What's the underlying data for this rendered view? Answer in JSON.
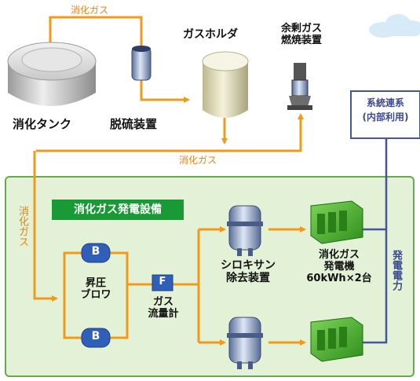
{
  "labels": {
    "digester_tank": "消化タンク",
    "desulfurizer": "脱硫装置",
    "gas_holder": "ガスホルダ",
    "surplus_gas_burner": "余剰ガス\n燃焼装置",
    "grid_connection": "系統連系\n(内部利用)",
    "digestion_gas_top": "消化ガス",
    "digestion_gas_mid": "消化ガス",
    "digestion_gas_side": "消化ガス",
    "section_title": "消化ガス発電設備",
    "blower_badge_top": "B",
    "blower_badge_bottom": "B",
    "booster_blower": "昇圧\nブロワ",
    "flowmeter_badge": "F",
    "gas_flowmeter": "ガス\n流量計",
    "siloxane_remover": "シロキサン\n除去装置",
    "generator": "消化ガス\n発電機\n60kWh×2台",
    "generated_power": "発電電力"
  },
  "colors": {
    "pipe": "#f19a1a",
    "section_bg": "#e3f2d6",
    "section_border": "#6aa84f",
    "section_title_bg": "#1a9a35",
    "power_line": "#4455a0",
    "blower_badge": "#2f5fb8",
    "generator": "#4cb82a"
  }
}
